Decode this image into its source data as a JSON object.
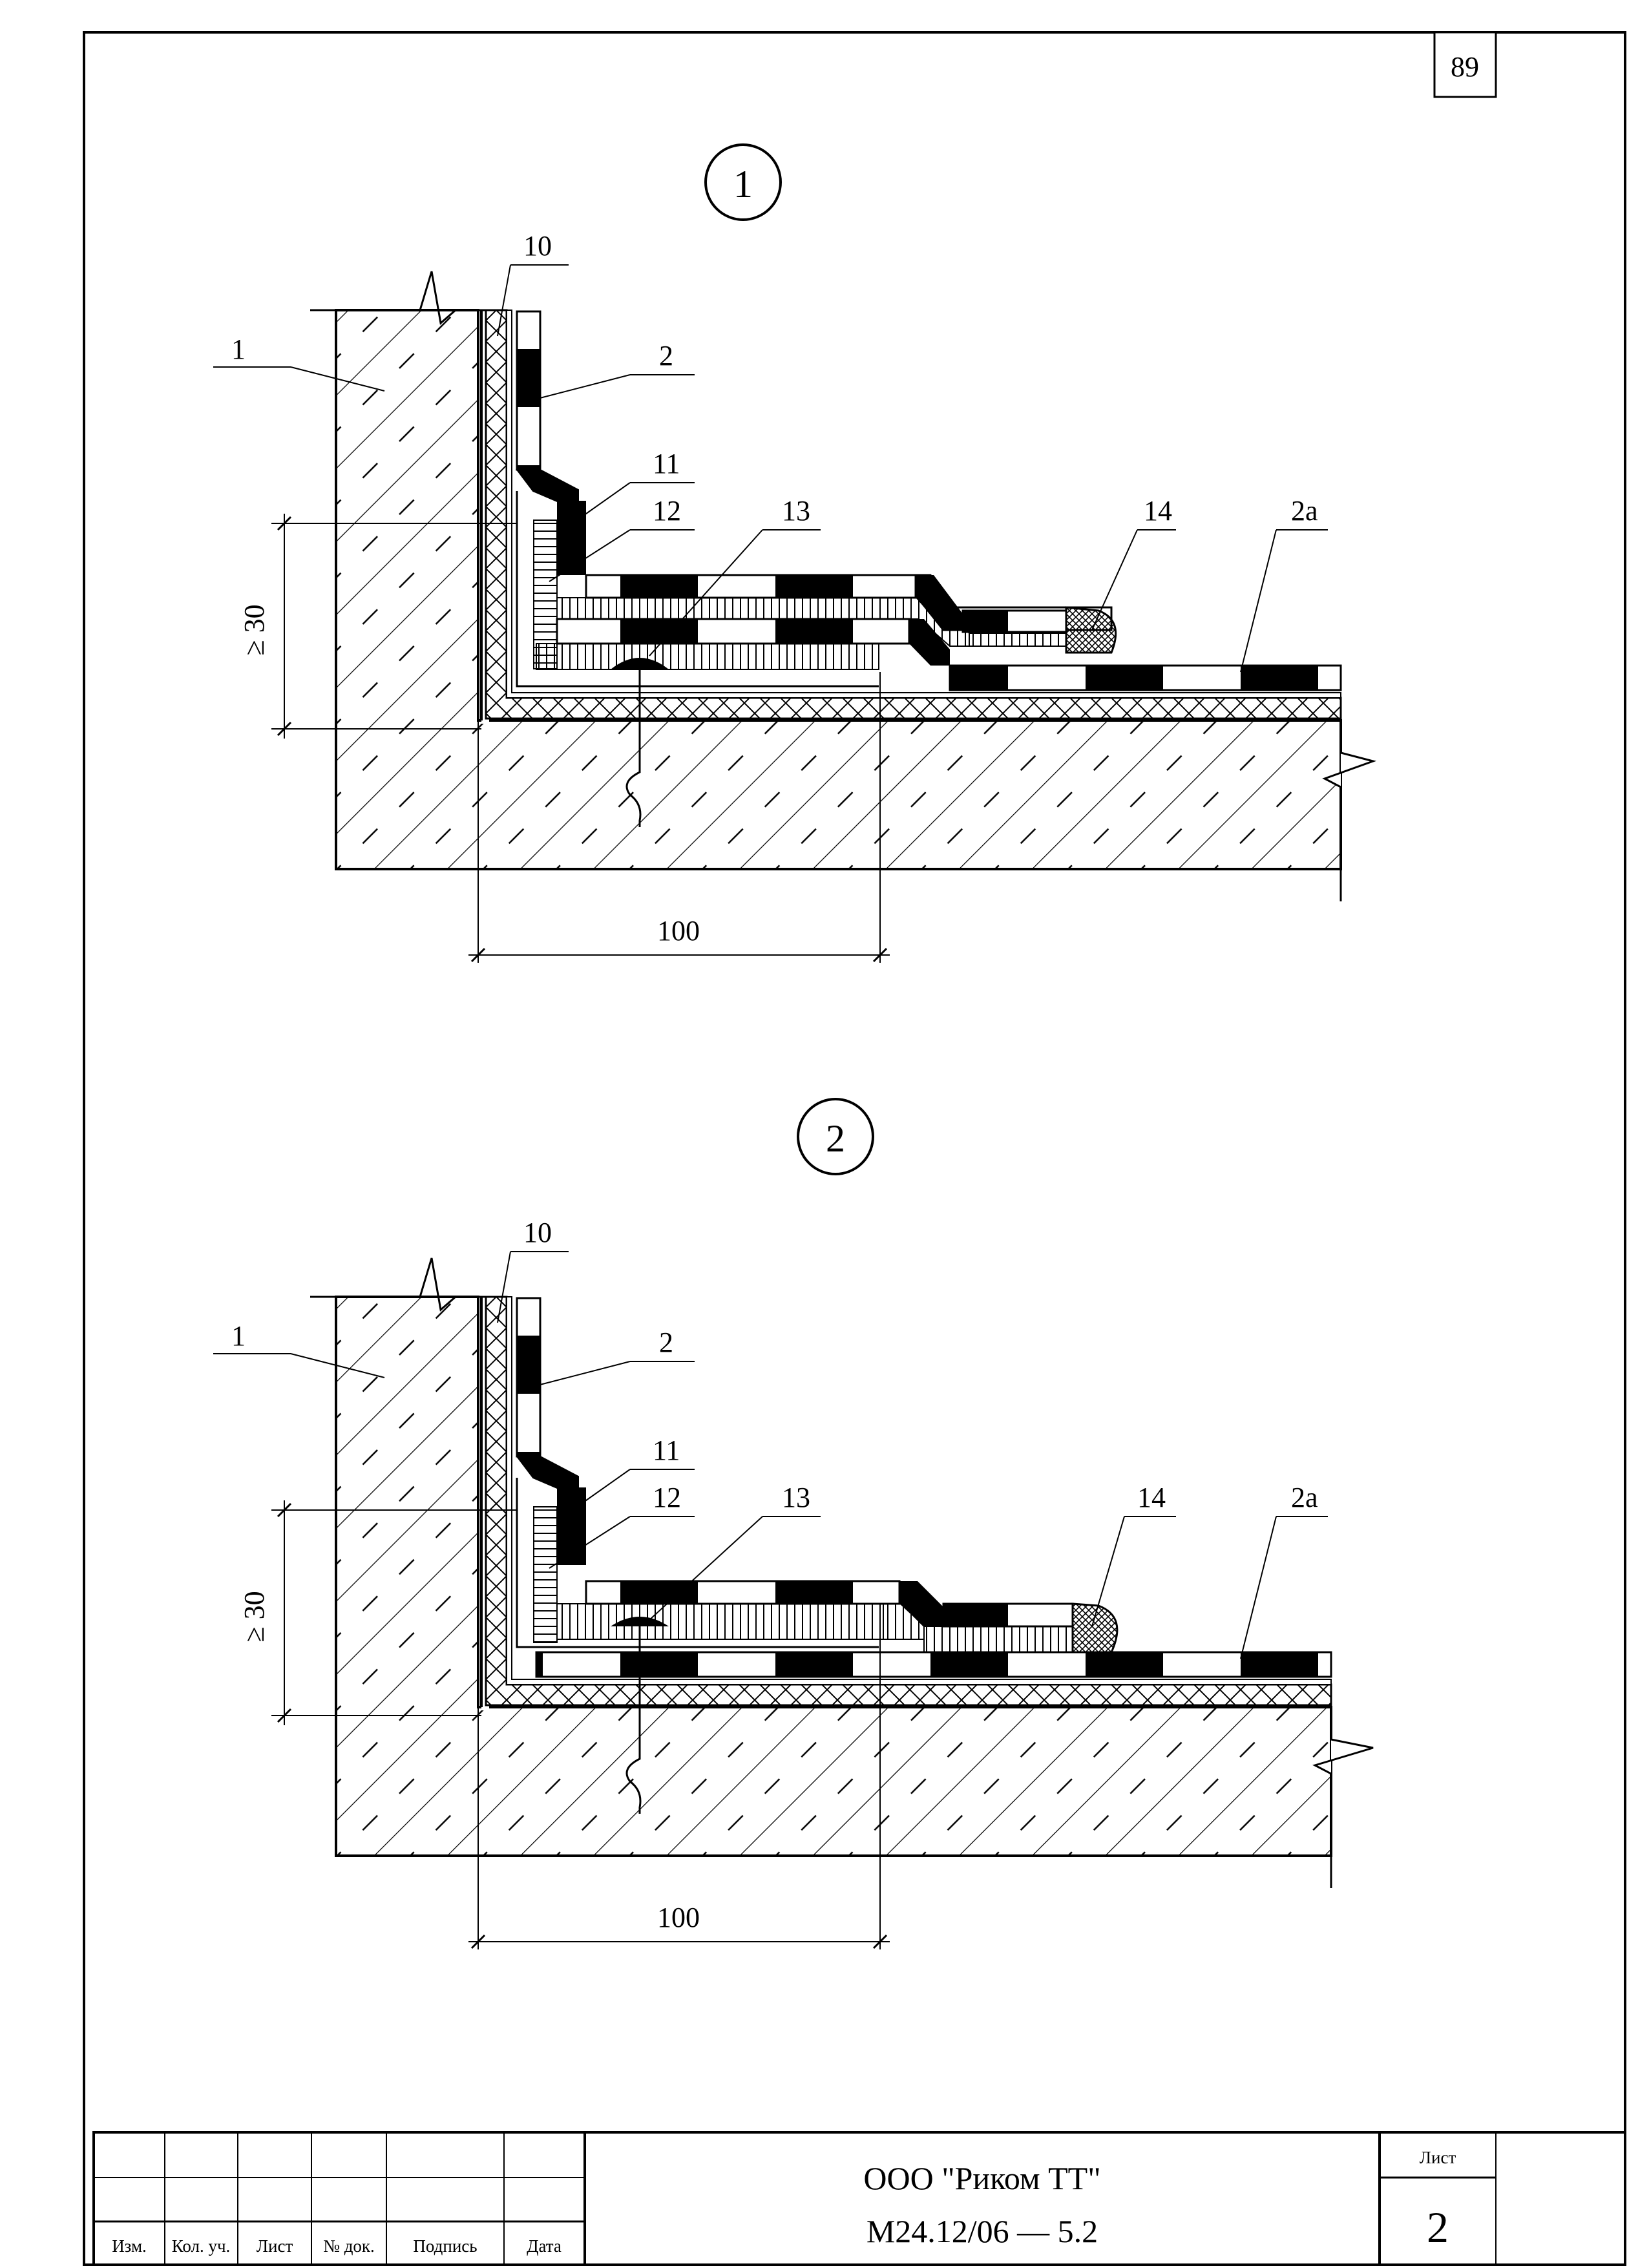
{
  "sheet": {
    "page_number": "89"
  },
  "details": [
    {
      "id": "1",
      "dimension_height": "≥ 30",
      "dimension_width": "100",
      "labels": {
        "l1": "1",
        "l2": "2",
        "l2a": "2а",
        "l10": "10",
        "l11": "11",
        "l12": "12",
        "l13": "13",
        "l14": "14"
      }
    },
    {
      "id": "2",
      "dimension_height": "≥ 30",
      "dimension_width": "100",
      "labels": {
        "l1": "1",
        "l2": "2",
        "l2a": "2а",
        "l10": "10",
        "l11": "11",
        "l12": "12",
        "l13": "13",
        "l14": "14"
      }
    }
  ],
  "title_block": {
    "headers": [
      "Изм.",
      "Кол. уч.",
      "Лист",
      "№ док.",
      "Подпись",
      "Дата"
    ],
    "organization": "ООО \"Риком ТТ\"",
    "document_code": "М24.12/06 — 5.2",
    "sheet_label": "Лист",
    "sheet_number": "2"
  }
}
